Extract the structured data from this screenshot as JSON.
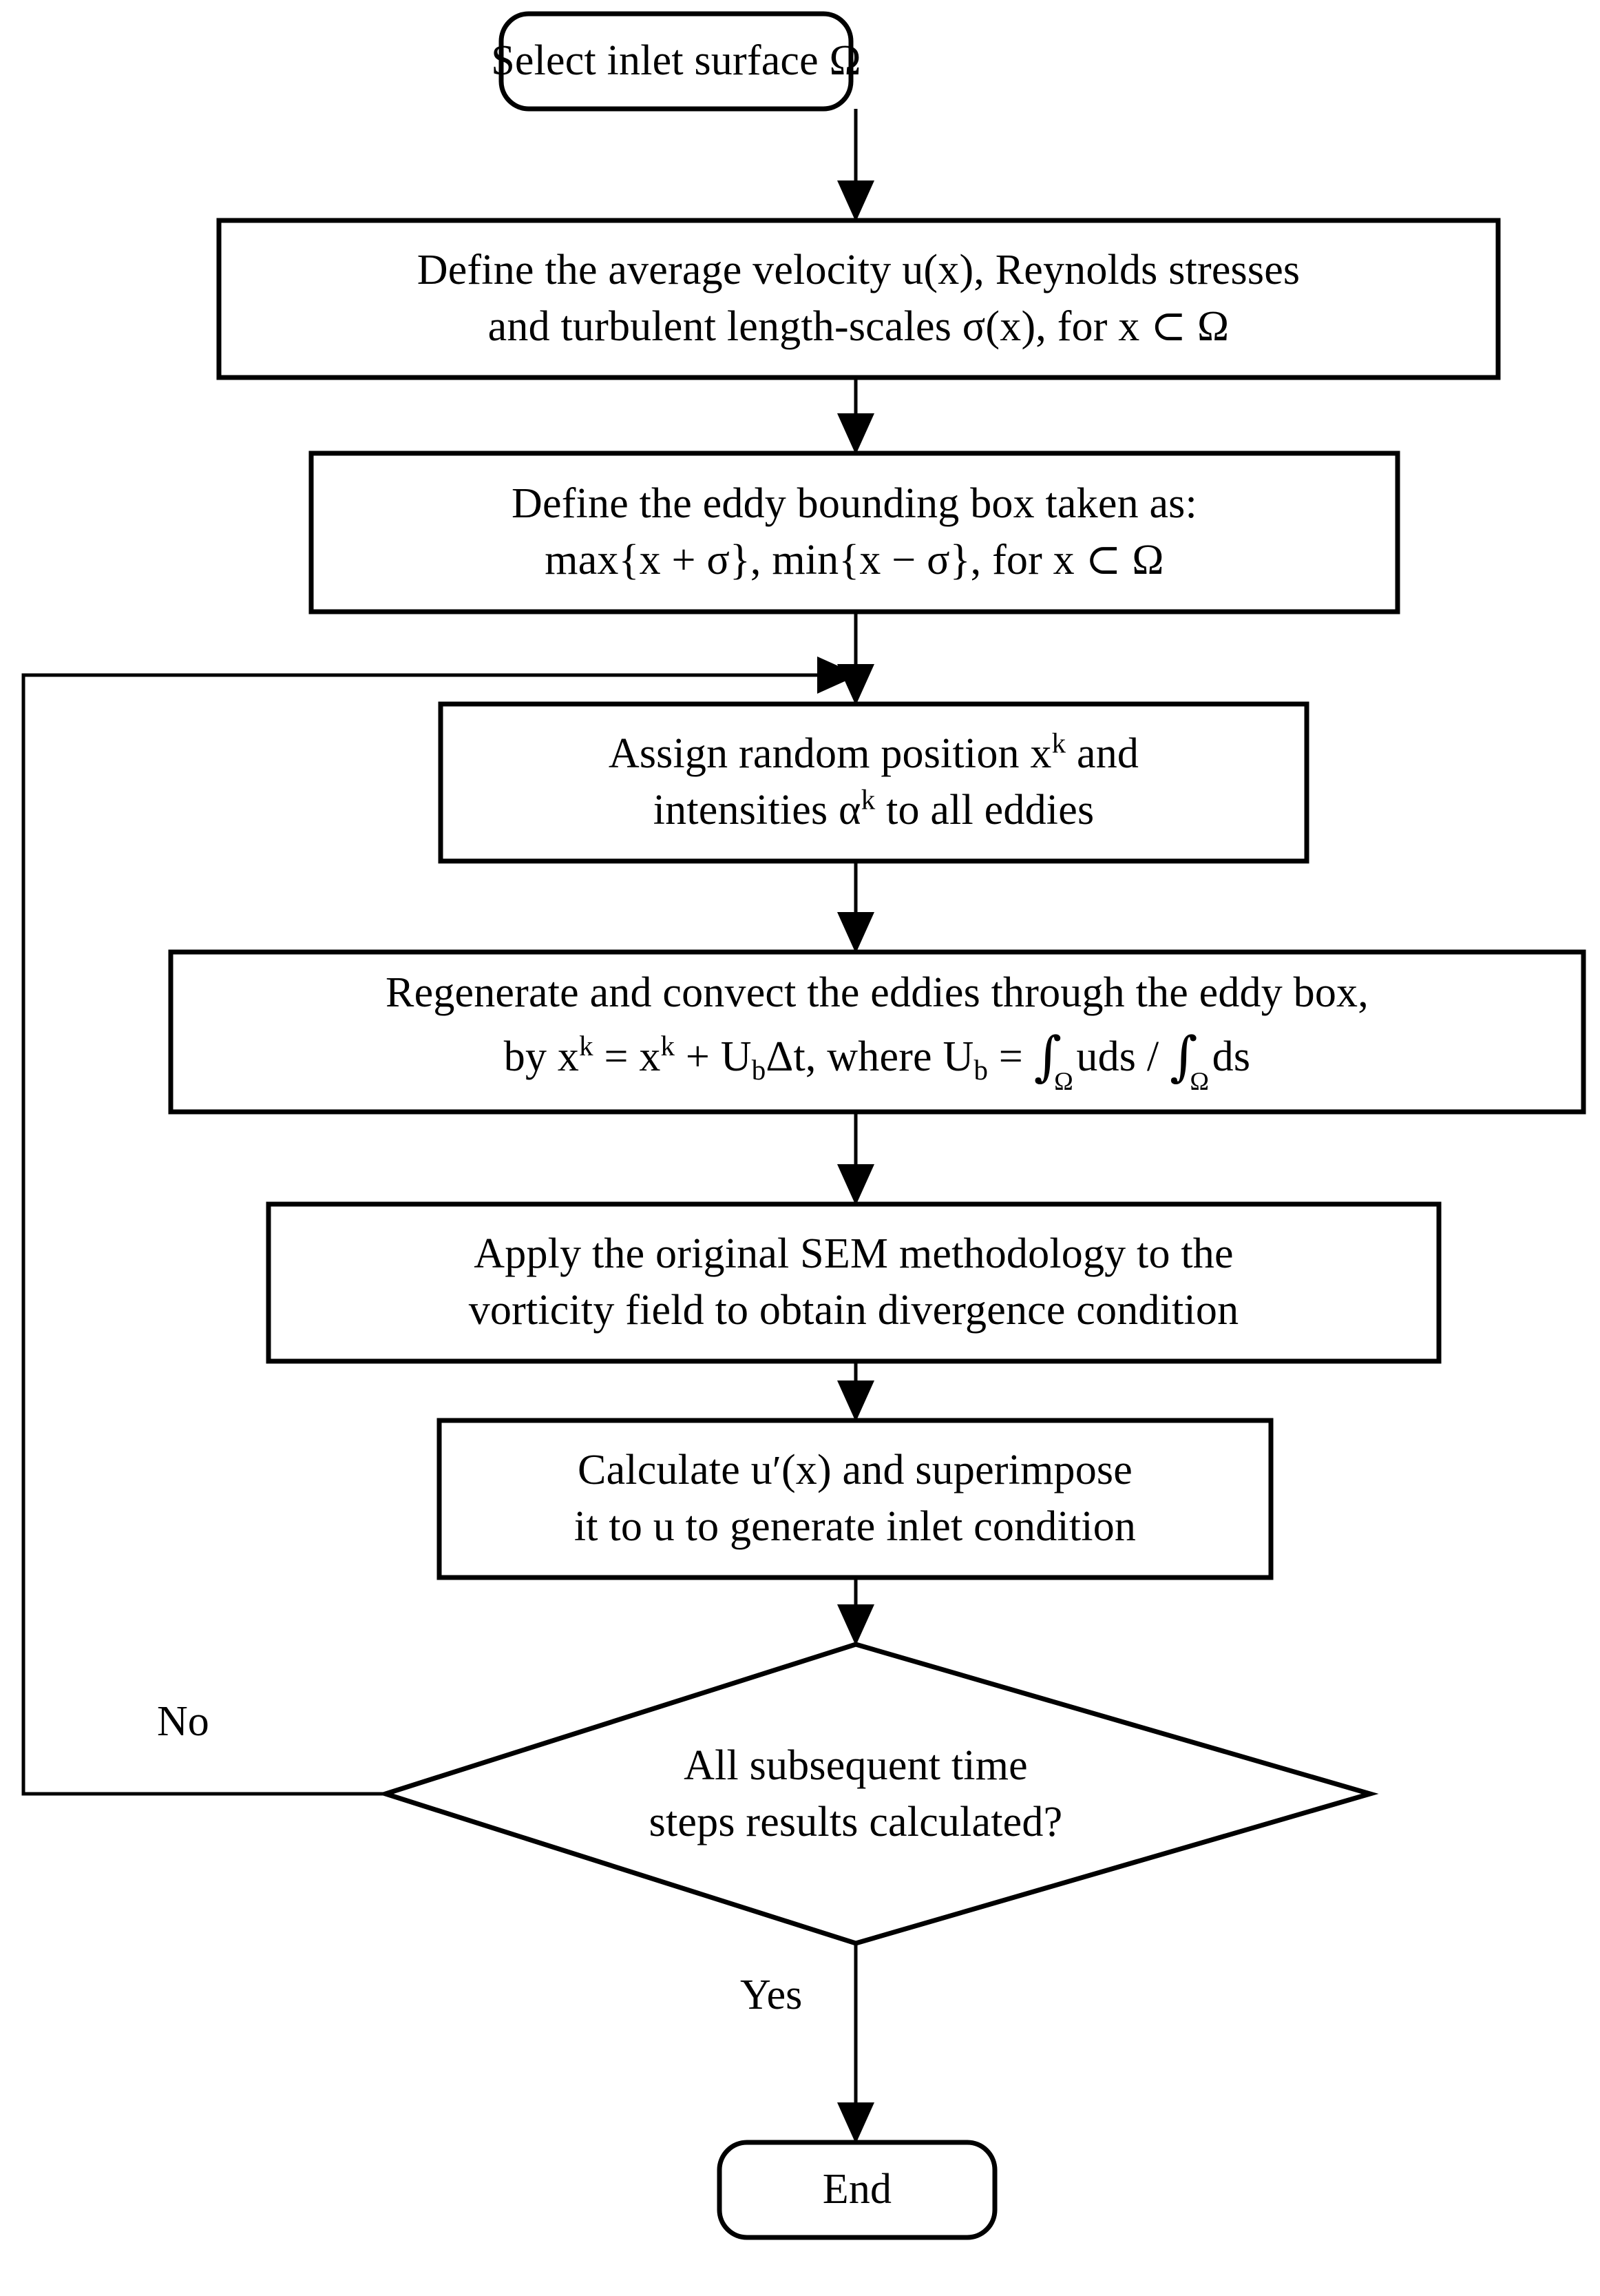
{
  "diagram": {
    "title": "Synthetic Eddy Method (SEM) flowchart",
    "background_color": "#ffffff",
    "line_color": "#000000",
    "nodes": [
      {
        "id": "start",
        "shape": "rounded-rectangle",
        "text": "Select inlet surface Ω",
        "lines": [
          "Select inlet surface Ω"
        ]
      },
      {
        "id": "define-velocity",
        "shape": "rectangle",
        "lines": [
          "Define the average velocity u(x), Reynolds stresses",
          "and turbulent length-scales σ(x), for x ⊂  Ω"
        ]
      },
      {
        "id": "define-eddy-box",
        "shape": "rectangle",
        "lines": [
          "Define the eddy bounding box taken as:",
          "max{x + σ}, min{x − σ}, for x ⊂  Ω"
        ]
      },
      {
        "id": "assign-random",
        "shape": "rectangle",
        "lines": [
          "Assign random position xᵏ and",
          "intensities αᵏ to all eddies"
        ]
      },
      {
        "id": "regenerate-convect",
        "shape": "rectangle",
        "lines": [
          "Regenerate and convect the eddies through the eddy box,",
          "by xᵏ = xᵏ + UʙΔt, where Uʙ = ∫Ω uds / ∫Ω ds"
        ]
      },
      {
        "id": "apply-sem",
        "shape": "rectangle",
        "lines": [
          "Apply the original SEM methodology to the",
          "vorticity field to obtain divergence condition"
        ]
      },
      {
        "id": "calculate-u-prime",
        "shape": "rectangle",
        "lines": [
          "Calculate u′(x) and superimpose",
          "it to u to generate inlet condition"
        ]
      },
      {
        "id": "decision-all-steps",
        "shape": "diamond",
        "lines": [
          "All subsequent time",
          "steps results calculated?"
        ]
      },
      {
        "id": "end",
        "shape": "rounded-rectangle",
        "lines": [
          "End"
        ]
      }
    ],
    "edge_labels": {
      "no": "No",
      "yes": "Yes"
    }
  }
}
